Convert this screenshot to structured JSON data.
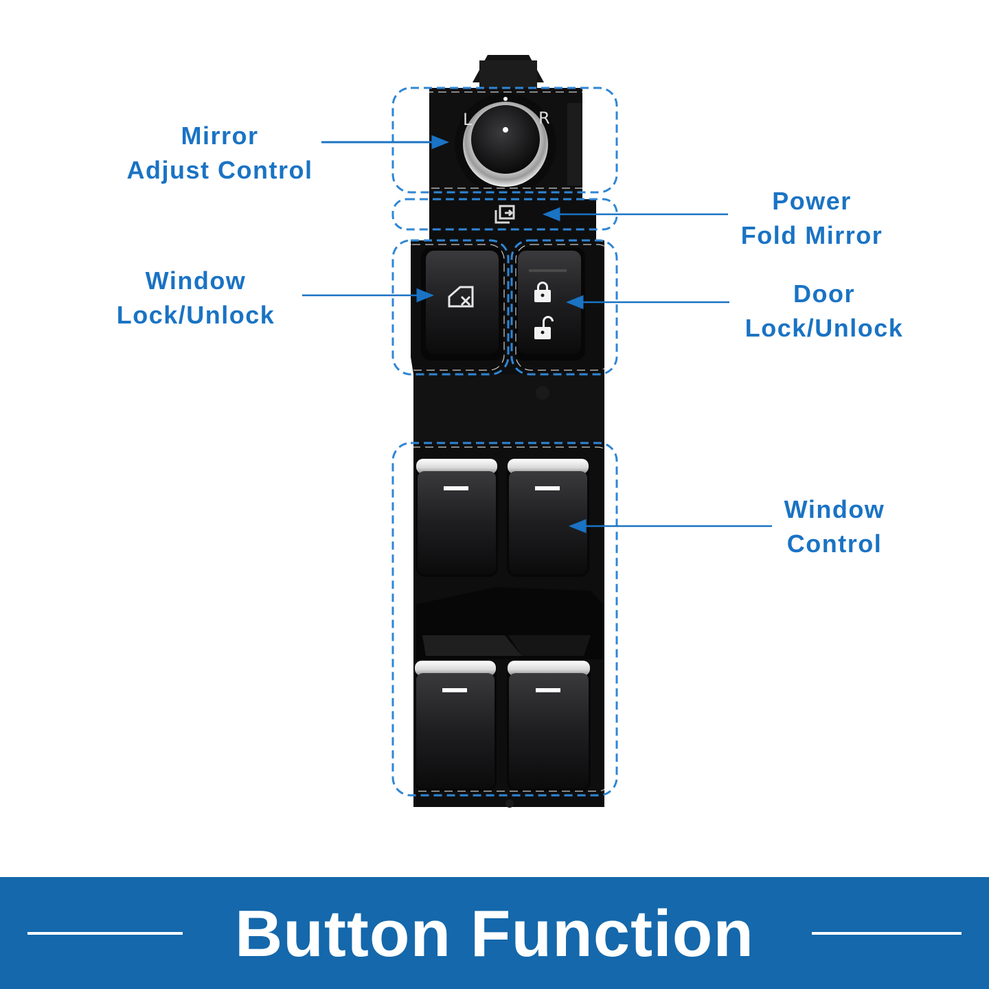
{
  "image": {
    "accent_color": "#1a73c4",
    "banner_color": "#1468ab",
    "product": "car power window master switch"
  },
  "labels": {
    "mirror_adjust": [
      "Mirror",
      "Adjust Control"
    ],
    "power_fold": [
      "Power",
      "Fold Mirror"
    ],
    "window_lock": [
      "Window",
      "Lock/Unlock"
    ],
    "door_lock": [
      "Door",
      "Lock/Unlock"
    ],
    "window_control": [
      "Window",
      "Control"
    ]
  },
  "knob": {
    "left_mark": "L",
    "right_mark": "R"
  },
  "icons": [
    "mirror-knob",
    "fold-mirror-icon",
    "window-lock-icon",
    "lock-icon",
    "unlock-icon"
  ],
  "banner": {
    "title": "Button Function"
  }
}
